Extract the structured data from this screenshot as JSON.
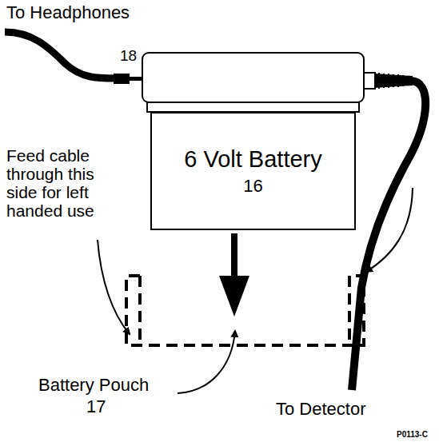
{
  "diagram": {
    "nodes": [
      {
        "text": [
          "6 Volt Battery",
          "16"
        ]
      }
    ],
    "labels": [
      "To Headphones",
      "18",
      "Feed cable through this side for left handed use",
      "Battery Pouch",
      "17",
      "To Detector",
      "P0113-C"
    ]
  }
}
